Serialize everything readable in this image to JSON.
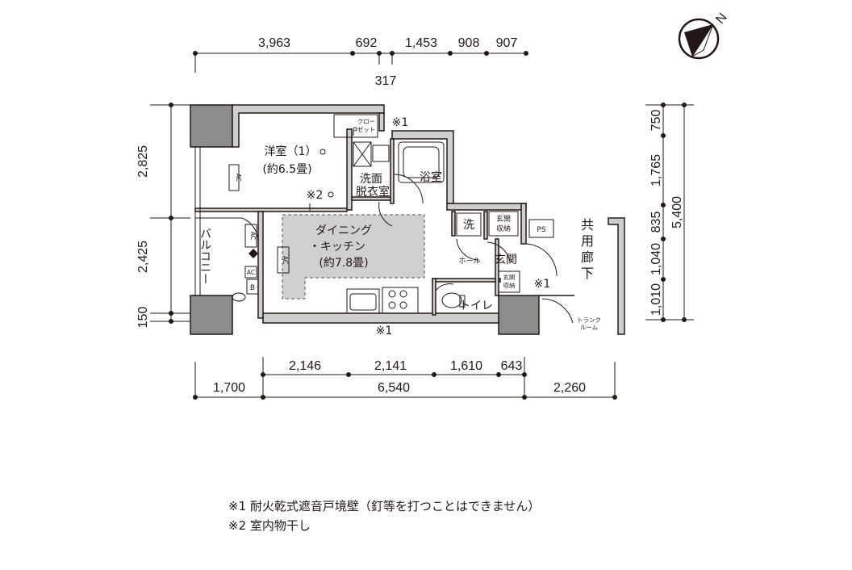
{
  "dimensions": {
    "top": [
      "3,963",
      "692",
      "1,453",
      "908",
      "907"
    ],
    "top_small": "317",
    "bottom_inner": [
      "2,146",
      "2,141",
      "1,610",
      "643"
    ],
    "bottom_outer": [
      "1,700",
      "6,540",
      "2,260"
    ],
    "left": [
      "2,825",
      "2,425",
      "150"
    ],
    "right": [
      "750",
      "1,765",
      "835",
      "1,040",
      "1,010"
    ],
    "right_total": "5,400"
  },
  "rooms": {
    "western_room_name": "洋室（1）",
    "western_room_size": "(約6.5畳)",
    "ldk_name_1": "ダイニング",
    "ldk_name_2": "・キッチン",
    "ldk_size": "(約7.8畳)",
    "closet_1": "クロー",
    "closet_2": "ゼット",
    "washroom_1": "洗面",
    "washroom_2": "脱衣室",
    "bathroom": "浴室",
    "balcony": "バルコニー",
    "hall": "ホール",
    "entrance": "玄関",
    "entrance_storage_1": "玄関",
    "entrance_storage_2": "収納",
    "entrance_storage_b_1": "玄関",
    "entrance_storage_b_2": "収納",
    "washer": "洗",
    "toilet": "トイレ",
    "ps": "PS",
    "corridor": [
      "共",
      "用",
      "廊",
      "下"
    ],
    "trunk_room_1": "トランク",
    "trunk_room_2": "ルーム",
    "ac": "AC",
    "b_box": "B"
  },
  "markers": {
    "m1_top": "※1",
    "m1_right": "※1",
    "m1_bottom": "※1",
    "m2": "※2"
  },
  "compass": {
    "label": "N"
  },
  "notes": {
    "note1": "※1 耐火乾式遮音戸境壁（釘等を打つことはできません）",
    "note2": "※2 室内物干し"
  }
}
